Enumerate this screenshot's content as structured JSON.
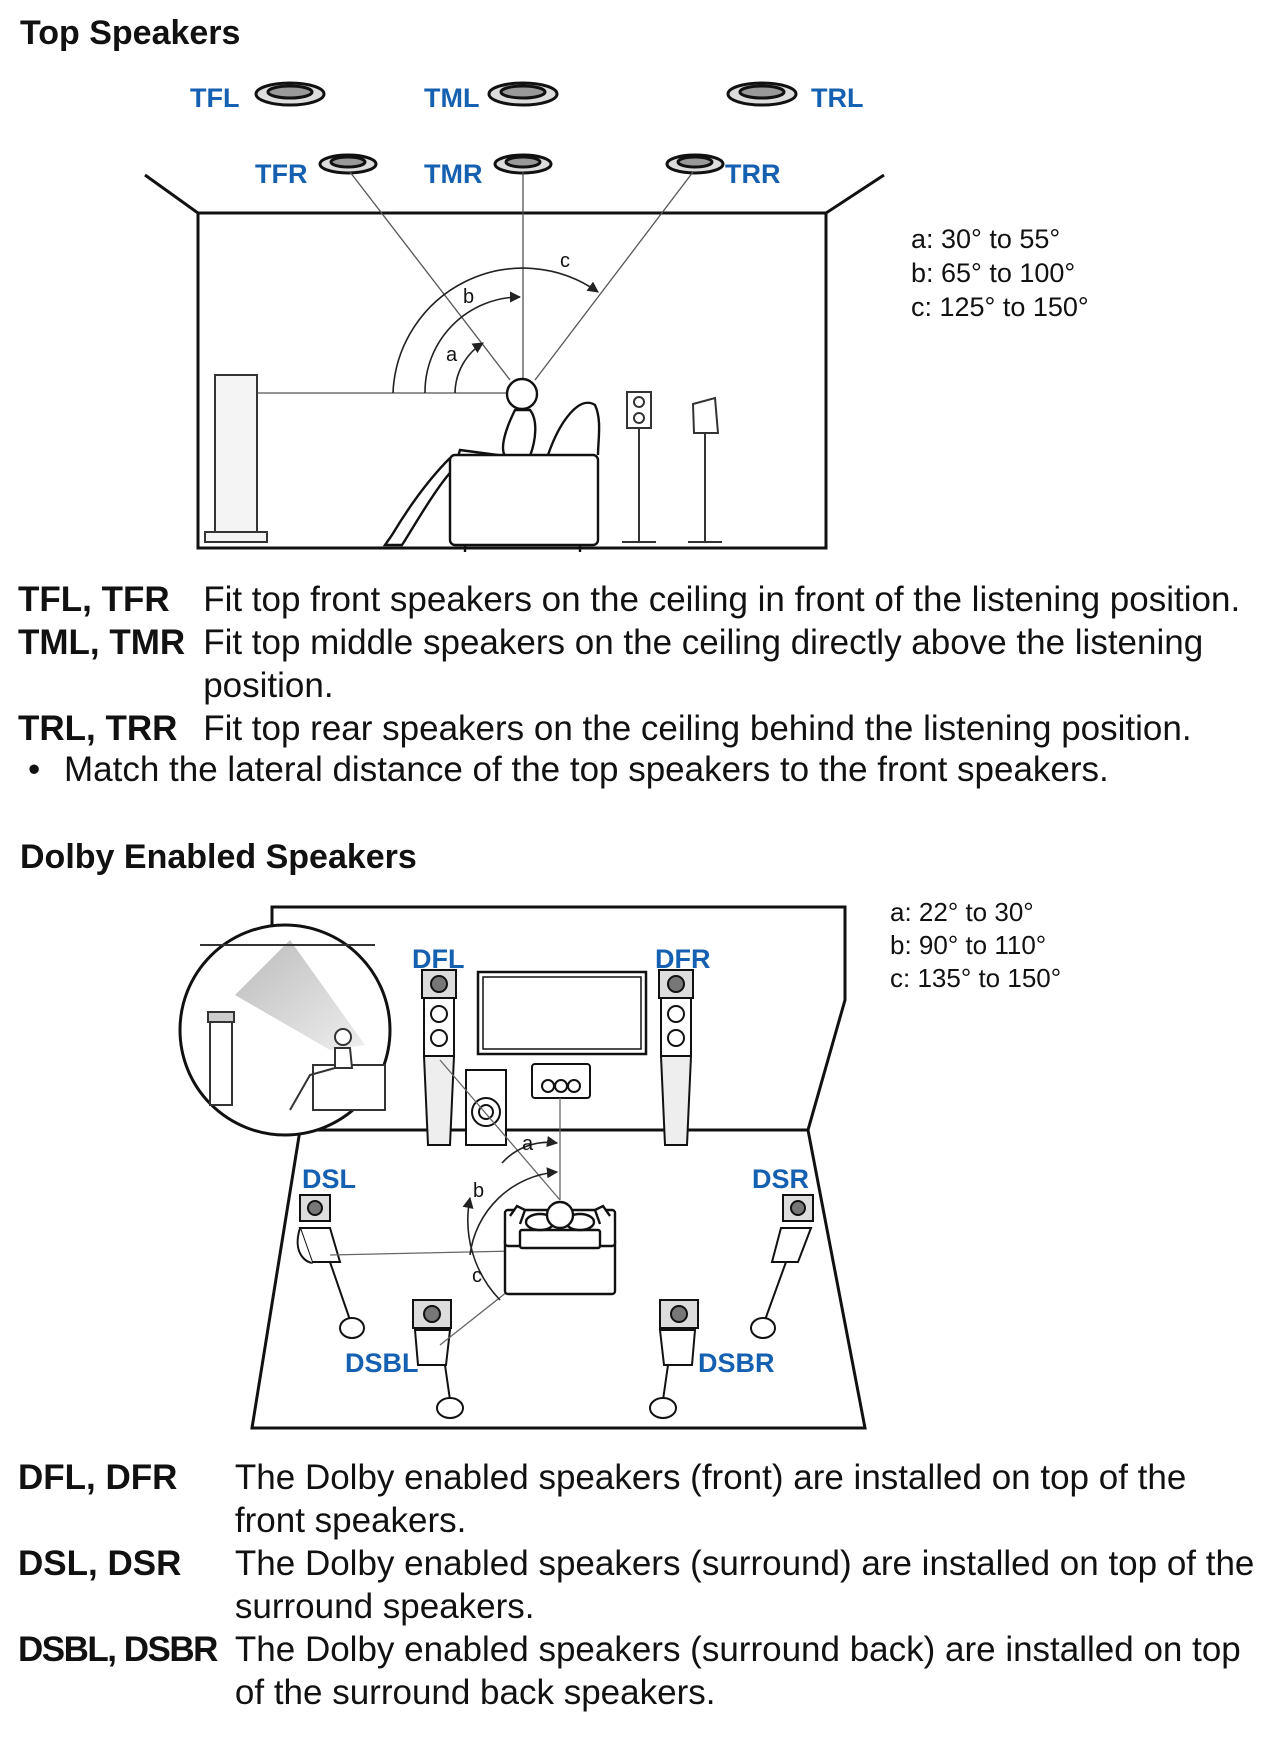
{
  "top": {
    "heading": "Top Speakers",
    "labels": {
      "tfl": "TFL",
      "tml": "TML",
      "trl": "TRL",
      "tfr": "TFR",
      "tmr": "TMR",
      "trr": "TRR"
    },
    "angle_letters": {
      "a": "a",
      "b": "b",
      "c": "c"
    },
    "ranges": [
      "a: 30° to 55°",
      "b: 65° to 100°",
      "c: 125° to 150°"
    ],
    "descriptions": [
      {
        "term": "TFL, TFR",
        "text": "Fit top front speakers on the ceiling in front of the listening position."
      },
      {
        "term": "TML, TMR",
        "text": "Fit top middle speakers on the ceiling directly above the listening position."
      },
      {
        "term": "TRL, TRR",
        "text": "Fit top rear speakers on the ceiling behind the listening position."
      }
    ],
    "note": "Match the lateral distance of the top speakers to the front speakers."
  },
  "dolby": {
    "heading": "Dolby Enabled Speakers",
    "labels": {
      "dfl": "DFL",
      "dfr": "DFR",
      "dsl": "DSL",
      "dsr": "DSR",
      "dsbl": "DSBL",
      "dsbr": "DSBR"
    },
    "angle_letters": {
      "a": "a",
      "b": "b",
      "c": "c"
    },
    "ranges": [
      "a: 22° to 30°",
      "b: 90° to 110°",
      "c: 135° to 150°"
    ],
    "descriptions": [
      {
        "term": "DFL, DFR",
        "text": "The Dolby enabled speakers (front) are installed on top of the front speakers."
      },
      {
        "term": "DSL, DSR",
        "text": "The Dolby enabled speakers (surround) are installed on top of the surround speakers."
      },
      {
        "term": "DSBL, DSBR",
        "text": "The Dolby enabled speakers (surround back) are installed on top of the surround back speakers."
      }
    ]
  }
}
